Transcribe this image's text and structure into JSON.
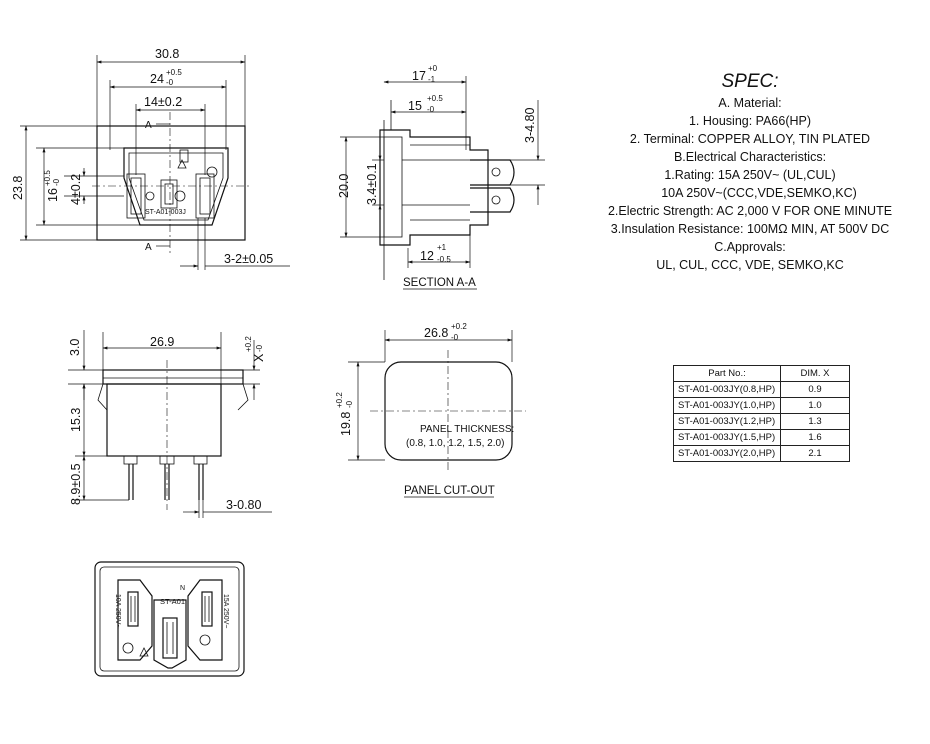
{
  "front_view": {
    "dim_overall_width": "30.8",
    "dim_pin_span": "24",
    "dim_pin_span_tol_upper": "+0.5",
    "dim_pin_span_tol_lower": "-0",
    "dim_pin_pitch": "14±0.2",
    "dim_height": "23.8",
    "dim_inner_height": "16",
    "dim_inner_height_tol_upper": "+0.5",
    "dim_inner_height_tol_lower": "-0",
    "dim_center": "4±0.2",
    "dim_pin_width": "3-2±0.05",
    "section_mark_top": "A",
    "section_mark_bottom": "A",
    "model_label": "ST-A01-003J"
  },
  "section_view": {
    "dim_depth_total": "17",
    "dim_depth_total_tol_upper": "+0",
    "dim_depth_total_tol_lower": "-1",
    "dim_depth_body": "15",
    "dim_depth_body_tol_upper": "+0.5",
    "dim_depth_body_tol_lower": "-0",
    "dim_terminal": "3-4.80",
    "dim_height": "20.0",
    "dim_pin_offset": "3.4±0.1",
    "dim_pin_length": "12",
    "dim_pin_length_tol_upper": "+1",
    "dim_pin_length_tol_lower": "-0.5",
    "caption": "SECTION A-A"
  },
  "side_view": {
    "dim_flange": "3.0",
    "dim_width": "26.9",
    "dim_x": "X",
    "dim_x_tol_upper": "+0.2",
    "dim_x_tol_lower": "-0",
    "dim_body": "15.3",
    "dim_pin": "8.9±0.5",
    "dim_pin_thickness": "3-0.80"
  },
  "cutout": {
    "dim_width": "26.8",
    "dim_width_tol_upper": "+0.2",
    "dim_width_tol_lower": "-0",
    "dim_height": "19.8",
    "dim_height_tol_upper": "+0.2",
    "dim_height_tol_lower": "-0",
    "thickness_label": "PANEL THICKNESS:",
    "thickness_values": "(0.8, 1.0, 1.2, 1.5, 2.0)",
    "caption": "PANEL CUT-OUT"
  },
  "back_view": {
    "label_center": "ST-A01",
    "label_left": "10A 250V~",
    "label_right": "15A 250V~",
    "label_n": "N"
  },
  "spec": {
    "title": "SPEC:",
    "lines": [
      "A. Material:",
      "1.  Housing: PA66(HP)",
      "2.  Terminal: COPPER ALLOY, TIN PLATED",
      "B.Electrical Characteristics:",
      "1.Rating:  15A 250V~ (UL,CUL)",
      "10A 250V~(CCC,VDE,SEMKO,KC)",
      "2.Electric Strength: AC 2,000 V FOR ONE MINUTE",
      "3.Insulation Resistance: 100MΩ MIN, AT 500V DC",
      "C.Approvals:",
      "UL, CUL, CCC, VDE, SEMKO,KC"
    ]
  },
  "parts_table": {
    "headers": [
      "Part No.:",
      "DIM. X"
    ],
    "rows": [
      [
        "ST-A01-003JY(0.8,HP)",
        "0.9"
      ],
      [
        "ST-A01-003JY(1.0,HP)",
        "1.0"
      ],
      [
        "ST-A01-003JY(1.2,HP)",
        "1.3"
      ],
      [
        "ST-A01-003JY(1.5,HP)",
        "1.6"
      ],
      [
        "ST-A01-003JY(2.0,HP)",
        "2.1"
      ]
    ]
  }
}
